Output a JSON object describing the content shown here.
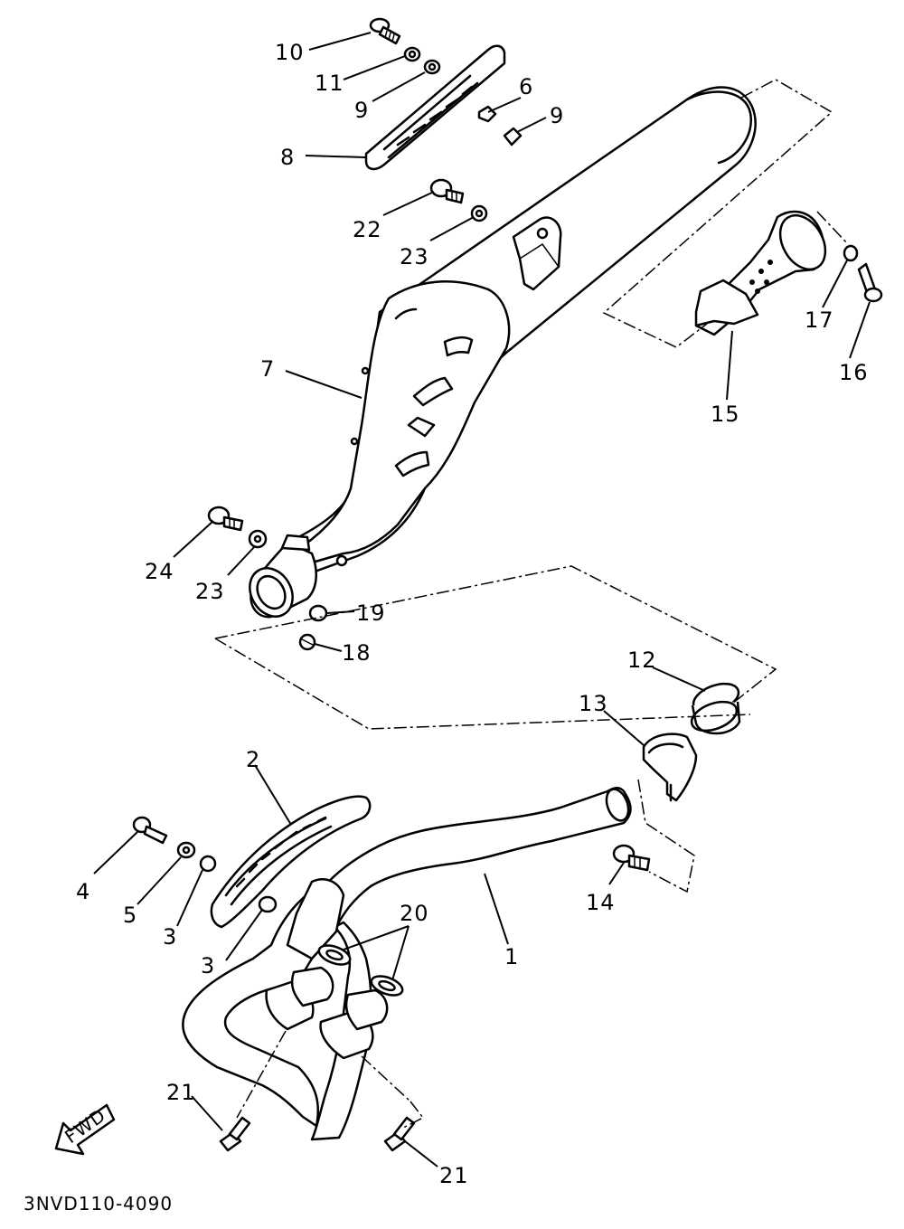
{
  "diagram_code": "3NVD110-4090",
  "direction_label": "FWD",
  "callouts": {
    "c1": "1",
    "c2": "2",
    "c3a": "3",
    "c3b": "3",
    "c4": "4",
    "c5": "5",
    "c6": "6",
    "c7": "7",
    "c8": "8",
    "c9a": "9",
    "c9b": "9",
    "c10": "10",
    "c11": "11",
    "c12": "12",
    "c13": "13",
    "c14": "14",
    "c15": "15",
    "c16": "16",
    "c17": "17",
    "c18": "18",
    "c19": "19",
    "c20": "20",
    "c21a": "21",
    "c21b": "21",
    "c22": "22",
    "c23a": "23",
    "c23b": "23",
    "c24": "24"
  }
}
